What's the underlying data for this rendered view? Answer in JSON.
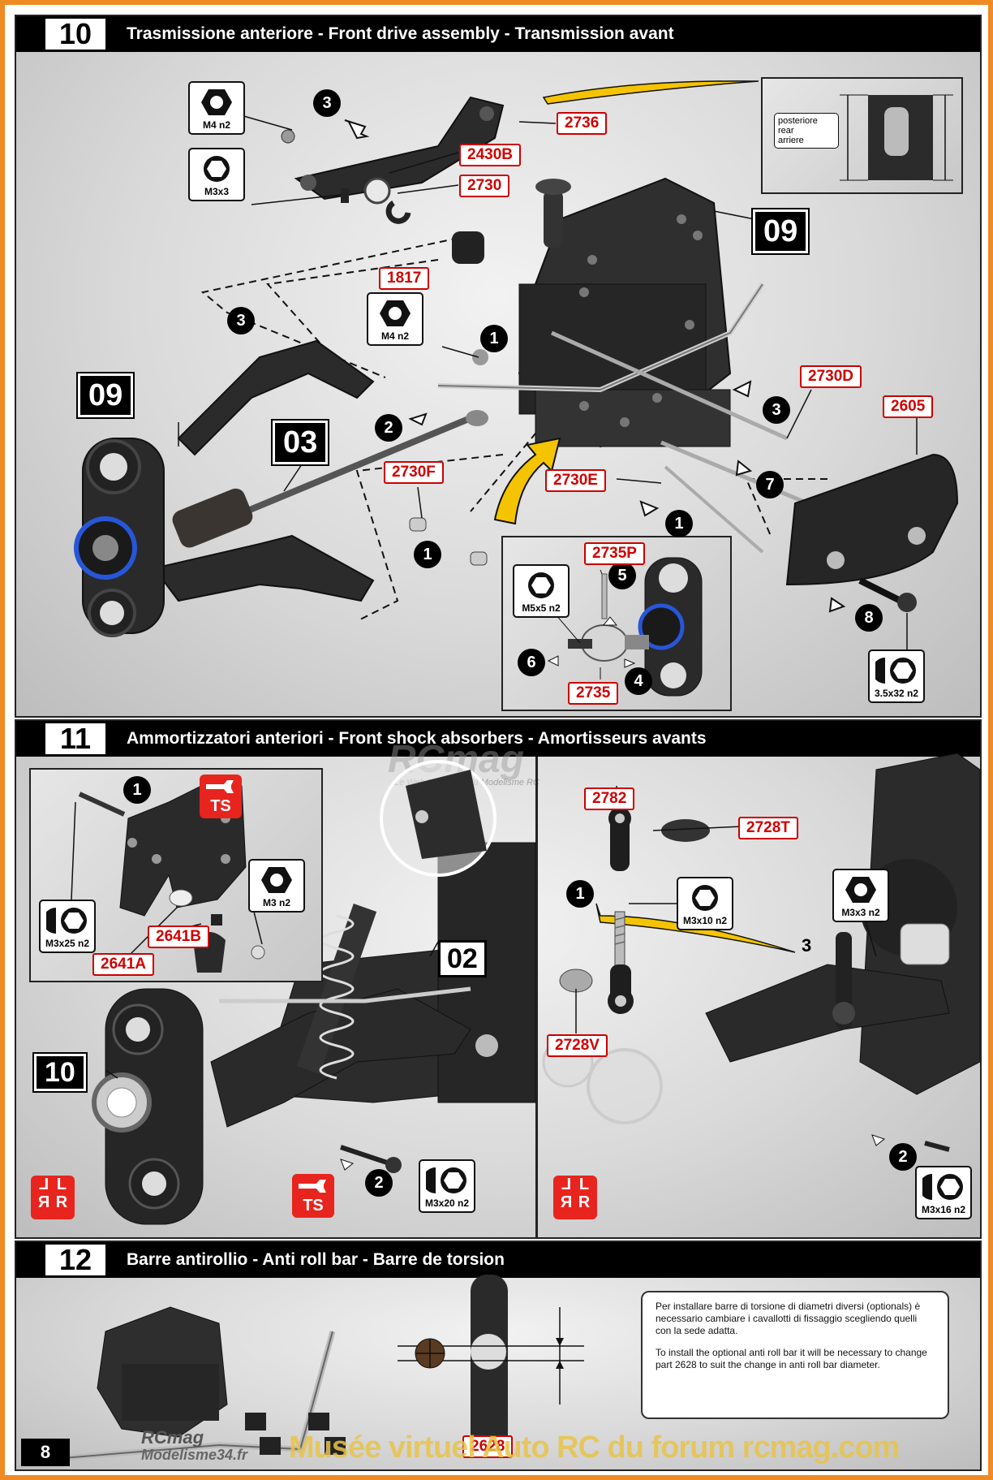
{
  "step10": {
    "number": "10",
    "title": "Trasmissione anteriore - Front drive assembly - Transmission avant",
    "parts": [
      "2736",
      "2430B",
      "2730",
      "1817",
      "2730D",
      "2605",
      "2730F",
      "2730E",
      "2735P",
      "2735"
    ],
    "screws": {
      "m4_a": "M4 n2",
      "m3x3": "M3x3",
      "m4_b": "M4 n2",
      "m5x5": "M5x5 n2",
      "s3532": "3.5x32 n2"
    },
    "refs": {
      "ref09_top": "09",
      "ref09_left": "09",
      "ref03": "03"
    },
    "steps": [
      "3",
      "3",
      "1",
      "2",
      "3",
      "7",
      "1",
      "1",
      "5",
      "6",
      "4",
      "8"
    ],
    "inset_text": "posteriore\nrear\narriere",
    "inset_labels": [
      "posteriore",
      "rear",
      "arriere"
    ]
  },
  "step11": {
    "number": "11",
    "title": "Ammortizzatori anteriori - Front shock absorbers - Amortisseurs avants",
    "magazine": "RCmag",
    "magazine_sub": "Le Web Magazine du Modelisme RC",
    "parts": [
      "2641B",
      "2641A",
      "2782",
      "2728T",
      "2728V"
    ],
    "screws": {
      "m3x25": "M3x25 n2",
      "m3": "M3 n2",
      "m3x20": "M3x20 n2",
      "m3x10": "M3x10 n2",
      "m3x3": "M3x3 n2",
      "m3x16": "M3x16 n2"
    },
    "refs": {
      "ref02": "02",
      "ref10": "10"
    },
    "steps": [
      "1",
      "2",
      "1",
      "3",
      "2"
    ],
    "ts": "TS",
    "lr": [
      "L",
      "L",
      "R",
      "R"
    ]
  },
  "step12": {
    "number": "12",
    "title": "Barre antirollio - Anti roll bar - Barre de torsion",
    "part": "2628",
    "note_it": "Per installare barre di torsione di diametri diversi (optionals) è necessario cambiare i cavallotti di fissaggio scegliendo quelli con la sede adatta.",
    "note_en": "To install the optional anti roll bar it will be necessary to change part 2628 to suit the change in anti roll bar diameter."
  },
  "page_number": "8",
  "logos": {
    "rcmag": "RCmag",
    "modelisme": "Modelisme34.fr"
  },
  "watermark": "Musée virtuel Auto RC du forum rcmag.com",
  "colors": {
    "frame": "#f08a24",
    "part_label": "#d00000",
    "header": "#000000",
    "highlight": "#f5c400",
    "lr_badge": "#e8241e"
  }
}
